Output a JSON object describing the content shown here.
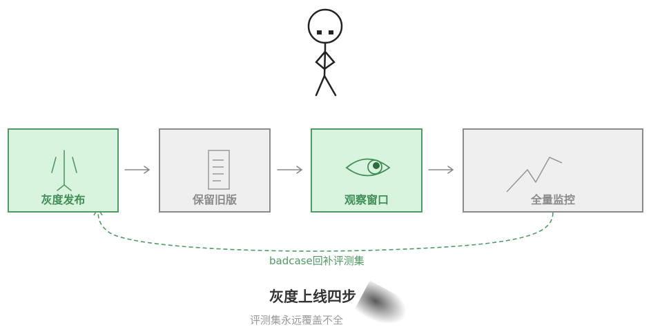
{
  "steps": [
    {
      "label": "灰度发布",
      "icon": "split-arrow-icon",
      "style": "green"
    },
    {
      "label": "保留旧版",
      "icon": "document-icon",
      "style": "gray"
    },
    {
      "label": "观察窗口",
      "icon": "eye-icon",
      "style": "green"
    },
    {
      "label": "全量监控",
      "icon": "trend-line-icon",
      "style": "gray"
    }
  ],
  "loop_label": "badcase回补评测集",
  "title": "灰度上线四步",
  "subtitle": "评测集永远覆盖不全",
  "colors": {
    "green_border": "#4e9a62",
    "green_fill": "#d8f3de",
    "gray_border": "#8a8a8a",
    "gray_fill": "#efefef"
  }
}
